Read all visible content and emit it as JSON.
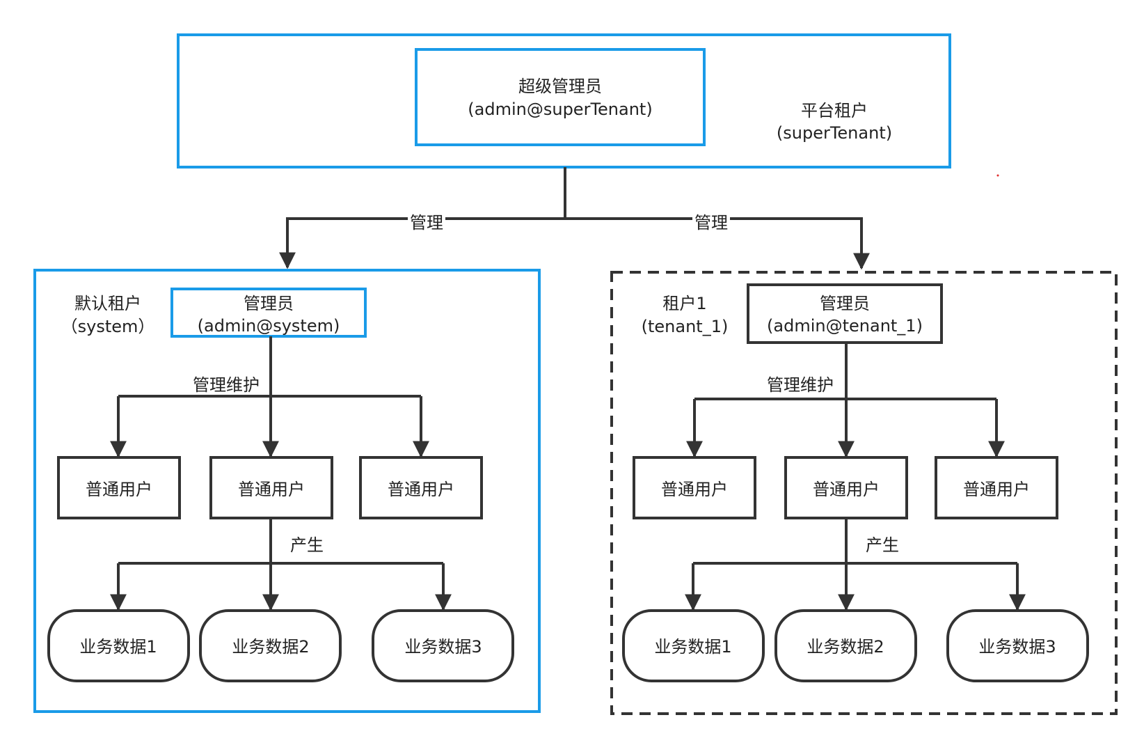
{
  "colors": {
    "blue": "#1a9be8",
    "dark": "#333333",
    "text": "#222222",
    "background": "#ffffff"
  },
  "platform": {
    "label_line1": "平台租户",
    "label_line2": "(superTenant)",
    "admin_line1": "超级管理员",
    "admin_line2": "(admin@superTenant)"
  },
  "edges": {
    "manage_left": "管理",
    "manage_right": "管理"
  },
  "default_tenant": {
    "label_line1": "默认租户",
    "label_line2": "（system）",
    "admin_line1": "管理员",
    "admin_line2": "(admin@system)",
    "maintain_label": "管理维护",
    "produce_label": "产生",
    "users": [
      "普通用户",
      "普通用户",
      "普通用户"
    ],
    "data": [
      "业务数据1",
      "业务数据2",
      "业务数据3"
    ]
  },
  "tenant1": {
    "label_line1": "租户1",
    "label_line2": "(tenant_1)",
    "admin_line1": "管理员",
    "admin_line2": "(admin@tenant_1)",
    "maintain_label": "管理维护",
    "produce_label": "产生",
    "users": [
      "普通用户",
      "普通用户",
      "普通用户"
    ],
    "data": [
      "业务数据1",
      "业务数据2",
      "业务数据3"
    ]
  }
}
